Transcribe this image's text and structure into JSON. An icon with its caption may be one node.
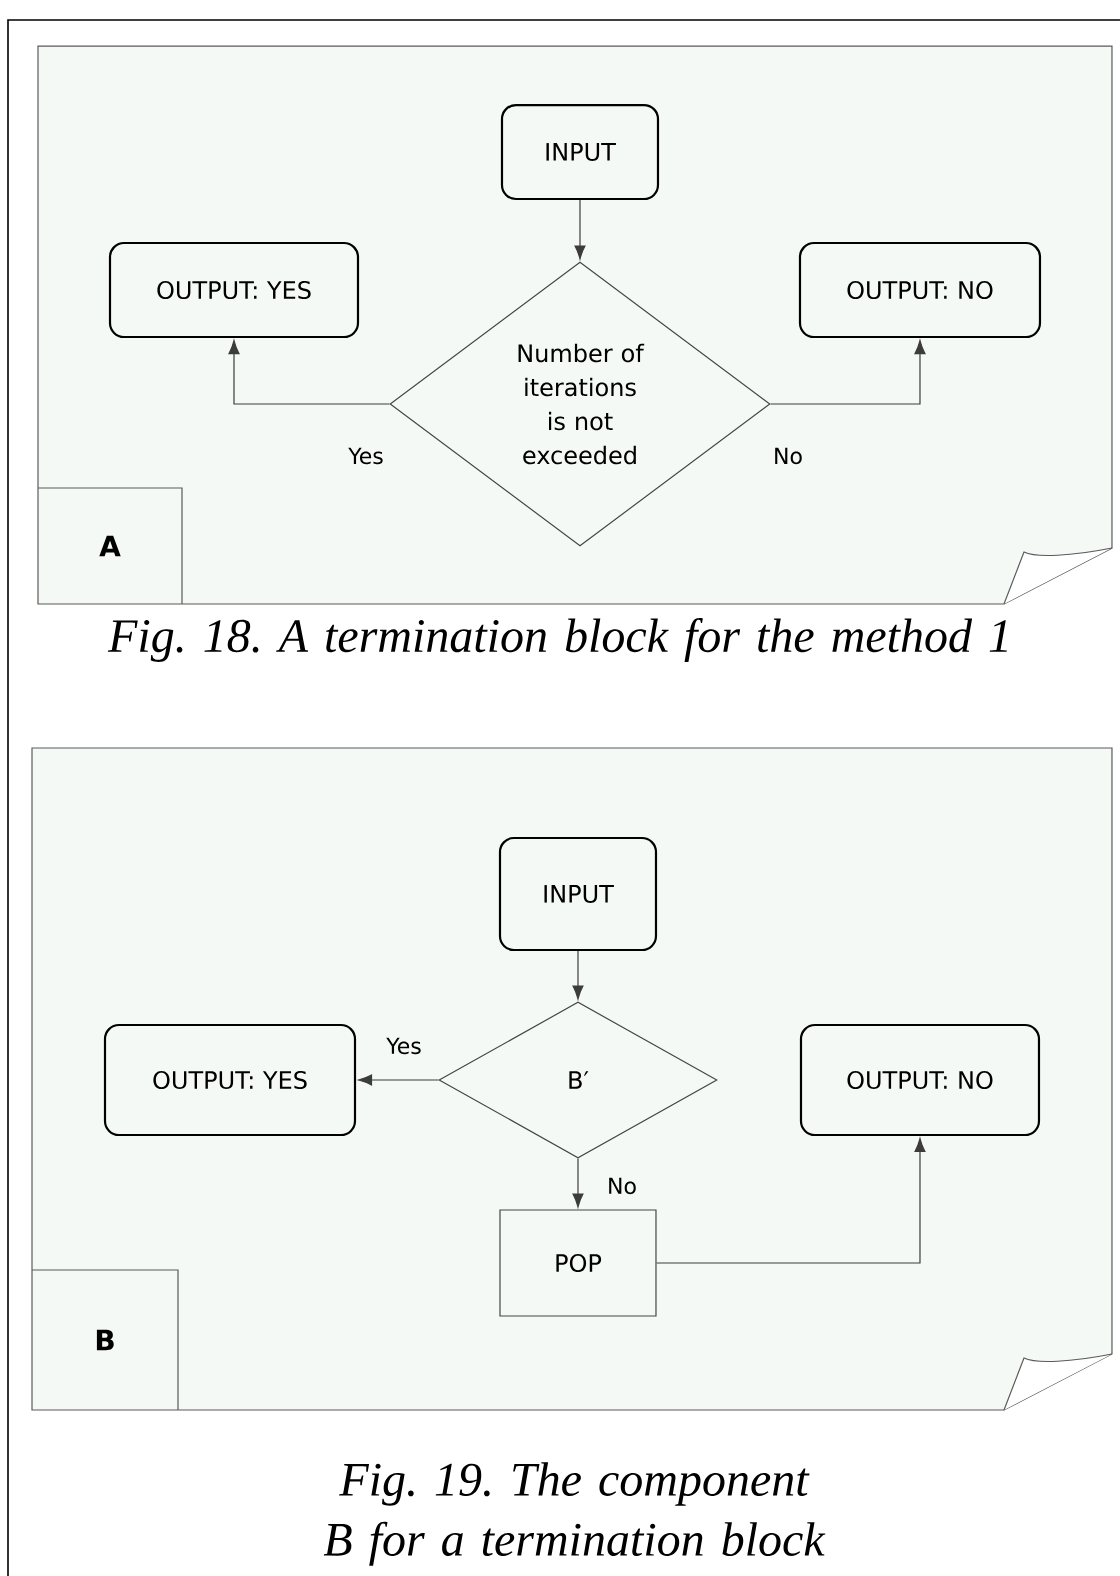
{
  "diagram": {
    "nodes": [
      {
        "text": [],
        "shape": "box"
      },
      {
        "text": [
          "A"
        ],
        "in": 0
      },
      {
        "text": [
          "INPUT"
        ],
        "in": 0
      },
      {
        "text": [
          "OUTPUT: YES"
        ],
        "in": 0
      },
      {
        "text": [
          "Number of iterations is not exceeded"
        ],
        "in": 0
      },
      {
        "text": [
          "OUTPUT: NO"
        ],
        "in": 0
      },
      {
        "text": [],
        "shape": "box"
      },
      {
        "text": [
          "B"
        ],
        "in": 6
      },
      {
        "text": [
          "INPUT"
        ],
        "in": 6
      },
      {
        "text": [
          "OUTPUT: YES"
        ],
        "in": 6
      },
      {
        "text": [
          "B′"
        ],
        "in": 6
      },
      {
        "text": [
          "OUTPUT: NO"
        ],
        "in": 6
      },
      {
        "text": [
          "POP"
        ],
        "in": 6
      }
    ],
    "edges": [
      {
        "from": 2,
        "to": 4,
        "arrow": "to"
      },
      {
        "from": 4,
        "to": 3,
        "arrow": "to",
        "label": "Yes"
      },
      {
        "from": 4,
        "to": 5,
        "arrow": "to",
        "label": "No"
      },
      {
        "from": 8,
        "to": 10,
        "arrow": "to"
      },
      {
        "from": 10,
        "to": 9,
        "arrow": "to",
        "label": "Yes"
      },
      {
        "from": 10,
        "to": 12,
        "arrow": "to",
        "label": "No"
      },
      {
        "from": 12,
        "to": 11,
        "arrow": "to"
      }
    ],
    "labels": [
      "Fig. 18. A termination block for the method 1",
      "Fig. 19. The component B for a termination block"
    ]
  }
}
